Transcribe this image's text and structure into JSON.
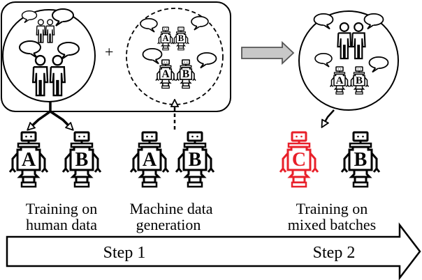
{
  "labels": {
    "training_human_1": "Training on",
    "training_human_2": "human data",
    "machine_gen_1": "Machine data",
    "machine_gen_2": "generation",
    "training_mixed_1": "Training on",
    "training_mixed_2": "mixed batches",
    "plus": "+"
  },
  "steps": {
    "step1": "Step 1",
    "step2": "Step 2"
  },
  "robots": {
    "a": "A",
    "b": "B",
    "c": "C"
  },
  "colors": {
    "ink": "#000000",
    "highlight": "#e8202a",
    "arrow_fill": "#c8c8c8"
  }
}
